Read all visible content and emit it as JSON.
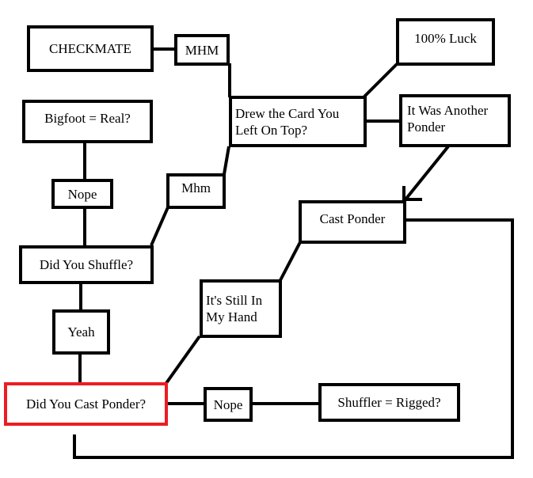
{
  "nodes": {
    "checkmate": "CHECKMATE",
    "mhm_upper": "MHM",
    "bigfoot": "Bigfoot = Real?",
    "nope_upper": "Nope",
    "mhm_lower": "Mhm",
    "did_you_shuffle": "Did You Shuffle?",
    "yeah": "Yeah",
    "did_you_cast_ponder": "Did You Cast Ponder?",
    "nope_lower": "Nope",
    "shuffler_rigged": "Shuffler = Rigged?",
    "still_in_hand_line1": "It's Still In",
    "still_in_hand_line2": "My Hand",
    "cast_ponder": "Cast Ponder",
    "drew_card_line1": "Drew the Card You",
    "drew_card_line2": "Left On Top?",
    "luck": "100% Luck",
    "another_ponder_line1": "It Was Another",
    "another_ponder_line2": "Ponder"
  },
  "colors": {
    "line": "#000000",
    "highlight": "#ed1c24",
    "background": "#ffffff"
  }
}
